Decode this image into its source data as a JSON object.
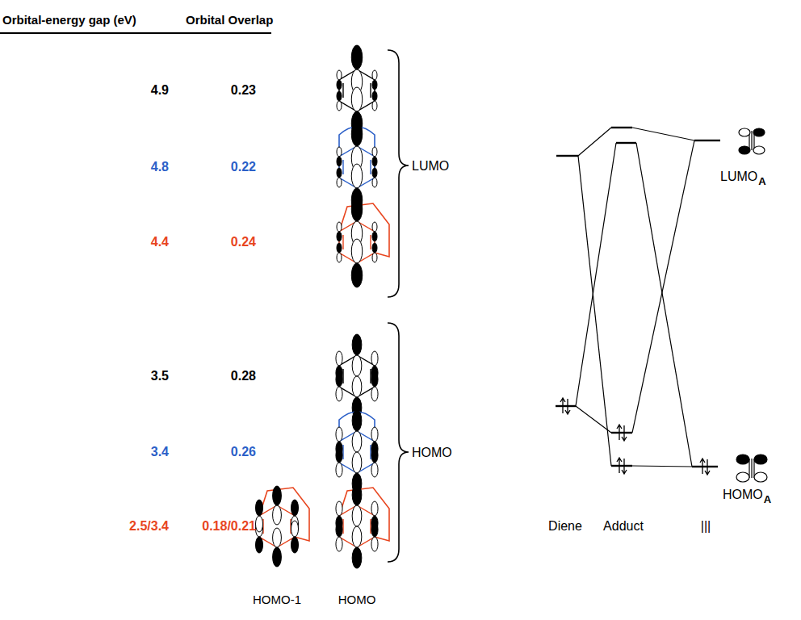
{
  "diagram": {
    "labels": [
      "Orbital-energy gap (eV)",
      "Orbital Overlap",
      "4.9",
      "0.23",
      "4.8",
      "0.22",
      "4.4",
      "0.24",
      "3.5",
      "0.28",
      "3.4",
      "0.26",
      "2.5/3.4",
      "0.18/0.21",
      "LUMO",
      "HOMO",
      "LUMO",
      "A",
      "HOMO",
      "A",
      "Diene",
      "Adduct",
      "|||",
      "HOMO-1",
      "HOMO"
    ]
  }
}
